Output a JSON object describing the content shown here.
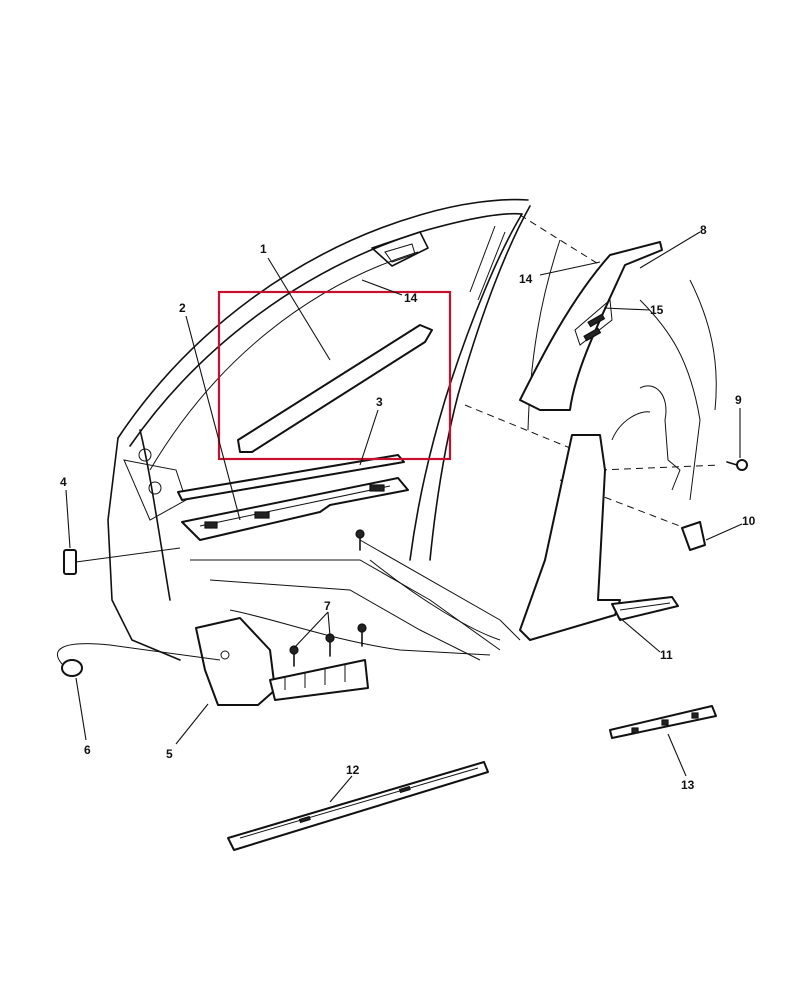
{
  "colors": {
    "line": "#111111",
    "highlight": "#c8102e",
    "background": "#ffffff"
  },
  "callouts": [
    {
      "id": "1",
      "text": "1"
    },
    {
      "id": "2",
      "text": "2"
    },
    {
      "id": "3",
      "text": "3"
    },
    {
      "id": "4",
      "text": "4"
    },
    {
      "id": "5",
      "text": "5"
    },
    {
      "id": "6",
      "text": "6"
    },
    {
      "id": "7",
      "text": "7"
    },
    {
      "id": "8",
      "text": "8"
    },
    {
      "id": "9",
      "text": "9"
    },
    {
      "id": "10",
      "text": "10"
    },
    {
      "id": "11",
      "text": "11"
    },
    {
      "id": "12",
      "text": "12"
    },
    {
      "id": "13",
      "text": "13"
    },
    {
      "id": "14a",
      "text": "14"
    },
    {
      "id": "14b",
      "text": "14"
    },
    {
      "id": "15",
      "text": "15"
    }
  ]
}
